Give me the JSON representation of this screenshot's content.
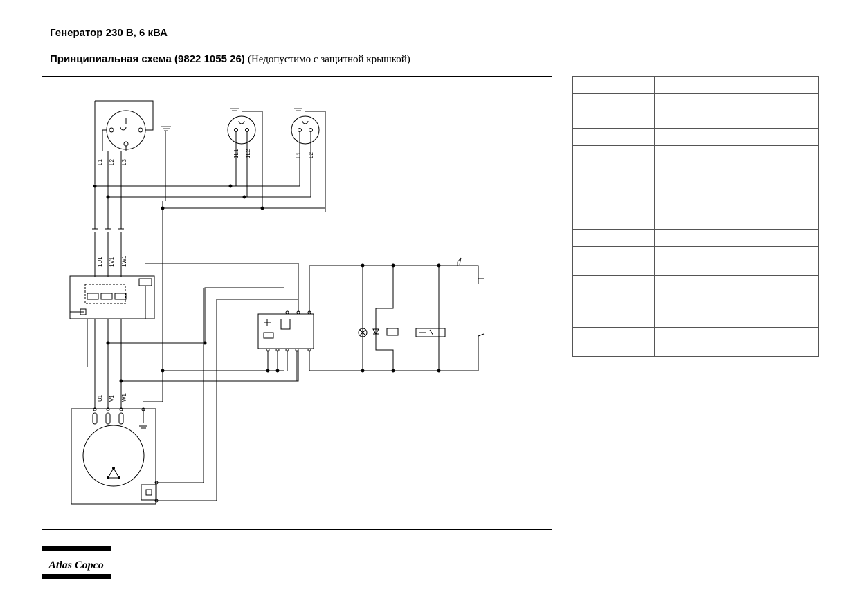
{
  "header": {
    "title": "Генератор 230 В, 6 кВА",
    "subtitle_main": "Принципиальная схема (9822 1055 26)",
    "subtitle_note": "(Недопустимо с защитной крышкой)"
  },
  "diagram": {
    "socket1_labels": [
      "L1",
      "L2",
      "L3"
    ],
    "socket2_labels": [
      "1L1",
      "1L2"
    ],
    "socket3_labels": [
      "L1",
      "L2"
    ],
    "breaker_labels": [
      "1U1",
      "1V1",
      "1W1"
    ],
    "generator_labels": [
      "U1",
      "V1",
      "W1"
    ]
  },
  "legend": {
    "rows": [
      {
        "h": 25
      },
      {
        "h": 25
      },
      {
        "h": 25
      },
      {
        "h": 25
      },
      {
        "h": 25
      },
      {
        "h": 25
      },
      {
        "h": 71
      },
      {
        "h": 25
      },
      {
        "h": 42
      },
      {
        "h": 25
      },
      {
        "h": 25
      },
      {
        "h": 25
      },
      {
        "h": 42
      }
    ]
  },
  "logo": {
    "text": "Atlas Copco"
  },
  "colors": {
    "line": "#000000",
    "border": "#555555"
  }
}
